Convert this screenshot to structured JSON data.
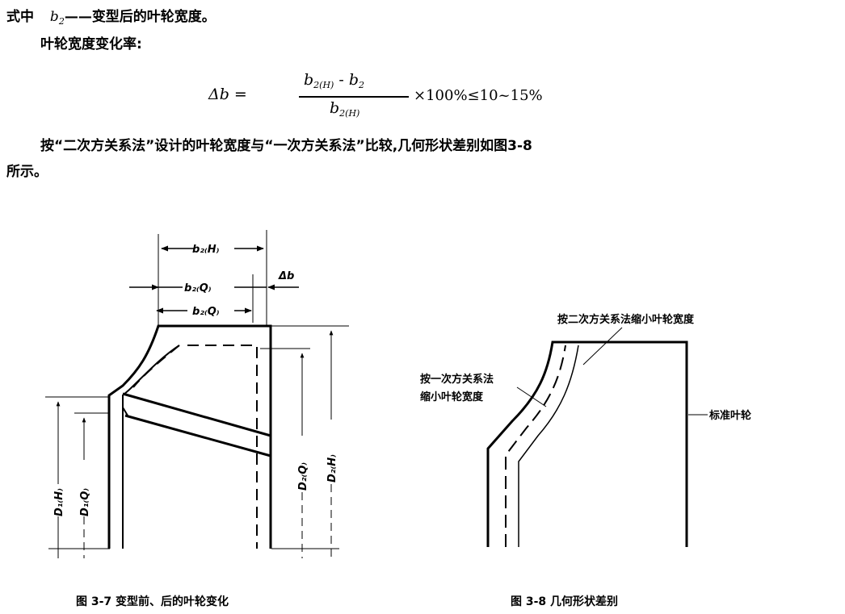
{
  "text": {
    "line1_prefix": "式中",
    "line1_var": "b",
    "line1_sub": "2",
    "line1_rest": "——变型后的叶轮宽度。",
    "line2": "叶轮宽度变化率:",
    "para": "按“二次方关系法”设计的叶轮宽度与“一次方关系法”比较,几何形状差别如图3-8",
    "para_cont": "所示。"
  },
  "formula": {
    "lhs": "Δb =",
    "num_b": "b",
    "num_b_sub": "2(H)",
    "num_minus": " - ",
    "num_b2": "b",
    "num_b2_sub": "2",
    "den_b": "b",
    "den_b_sub": "2(H)",
    "rhs": "×100%≤10~15%"
  },
  "fig37": {
    "b2H": "b₂₍H₎",
    "b2Q_upper": "b₂₍Q₎",
    "b2Q_lower": "b₂₍Q₎",
    "delta_b": "Δb",
    "D1H": "D₁₍H₎",
    "D1Q": "D₁₍Q₎",
    "D2Q": "D₂₍Q₎",
    "D2H": "D₂₍H₎",
    "caption": "图 3-7  变型前、后的叶轮变化"
  },
  "fig38": {
    "label_quadratic": "按二次方关系法缩小叶轮宽度",
    "label_linear_1": "按一次方关系法",
    "label_linear_2": "缩小叶轮宽度",
    "label_standard": "标准叶轮",
    "caption": "图 3-8   几何形状差别"
  }
}
